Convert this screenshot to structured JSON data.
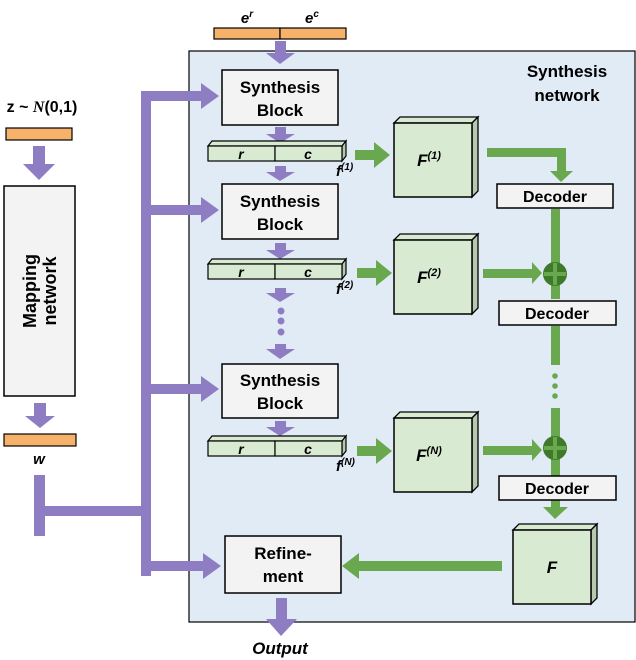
{
  "colors": {
    "purple": "#8f7dc3",
    "green": "#6aa84f",
    "green_dark": "#3d7a2a",
    "orange": "#f6b26b",
    "box_fill": "#f3f3f3",
    "feature_fill": "#d9ead3",
    "panel_fill": "#e1ebf6"
  },
  "input": {
    "noise_label_prefix": "z ~ ",
    "noise_label_dist": "N",
    "noise_label_args": "(0,1)",
    "latent_label": "w"
  },
  "embeddings": {
    "row_label": "e",
    "row_sup": "r",
    "col_label": "e",
    "col_sup": "c"
  },
  "mapping_network": {
    "line1": "Mapping",
    "line2": "network"
  },
  "synthesis_network": {
    "title_line1": "Synthesis",
    "title_line2": "network"
  },
  "synthesis_blocks": [
    {
      "line1": "Synthesis",
      "line2": "Block"
    },
    {
      "line1": "Synthesis",
      "line2": "Block"
    },
    {
      "line1": "Synthesis",
      "line2": "Block"
    }
  ],
  "feature_vectors": [
    {
      "left": "r",
      "right": "c",
      "label": "f",
      "sup": "(1)"
    },
    {
      "left": "r",
      "right": "c",
      "label": "f",
      "sup": "(2)"
    },
    {
      "left": "r",
      "right": "c",
      "label": "f",
      "sup": "(N)"
    }
  ],
  "feature_maps": [
    {
      "label": "F",
      "sup": "(1)"
    },
    {
      "label": "F",
      "sup": "(2)"
    },
    {
      "label": "F",
      "sup": "(N)"
    }
  ],
  "decoders": [
    "Decoder",
    "Decoder",
    "Decoder"
  ],
  "final_feature": {
    "label": "F"
  },
  "refinement": {
    "line1": "Refine-",
    "line2": "ment"
  },
  "output_label": "Output"
}
